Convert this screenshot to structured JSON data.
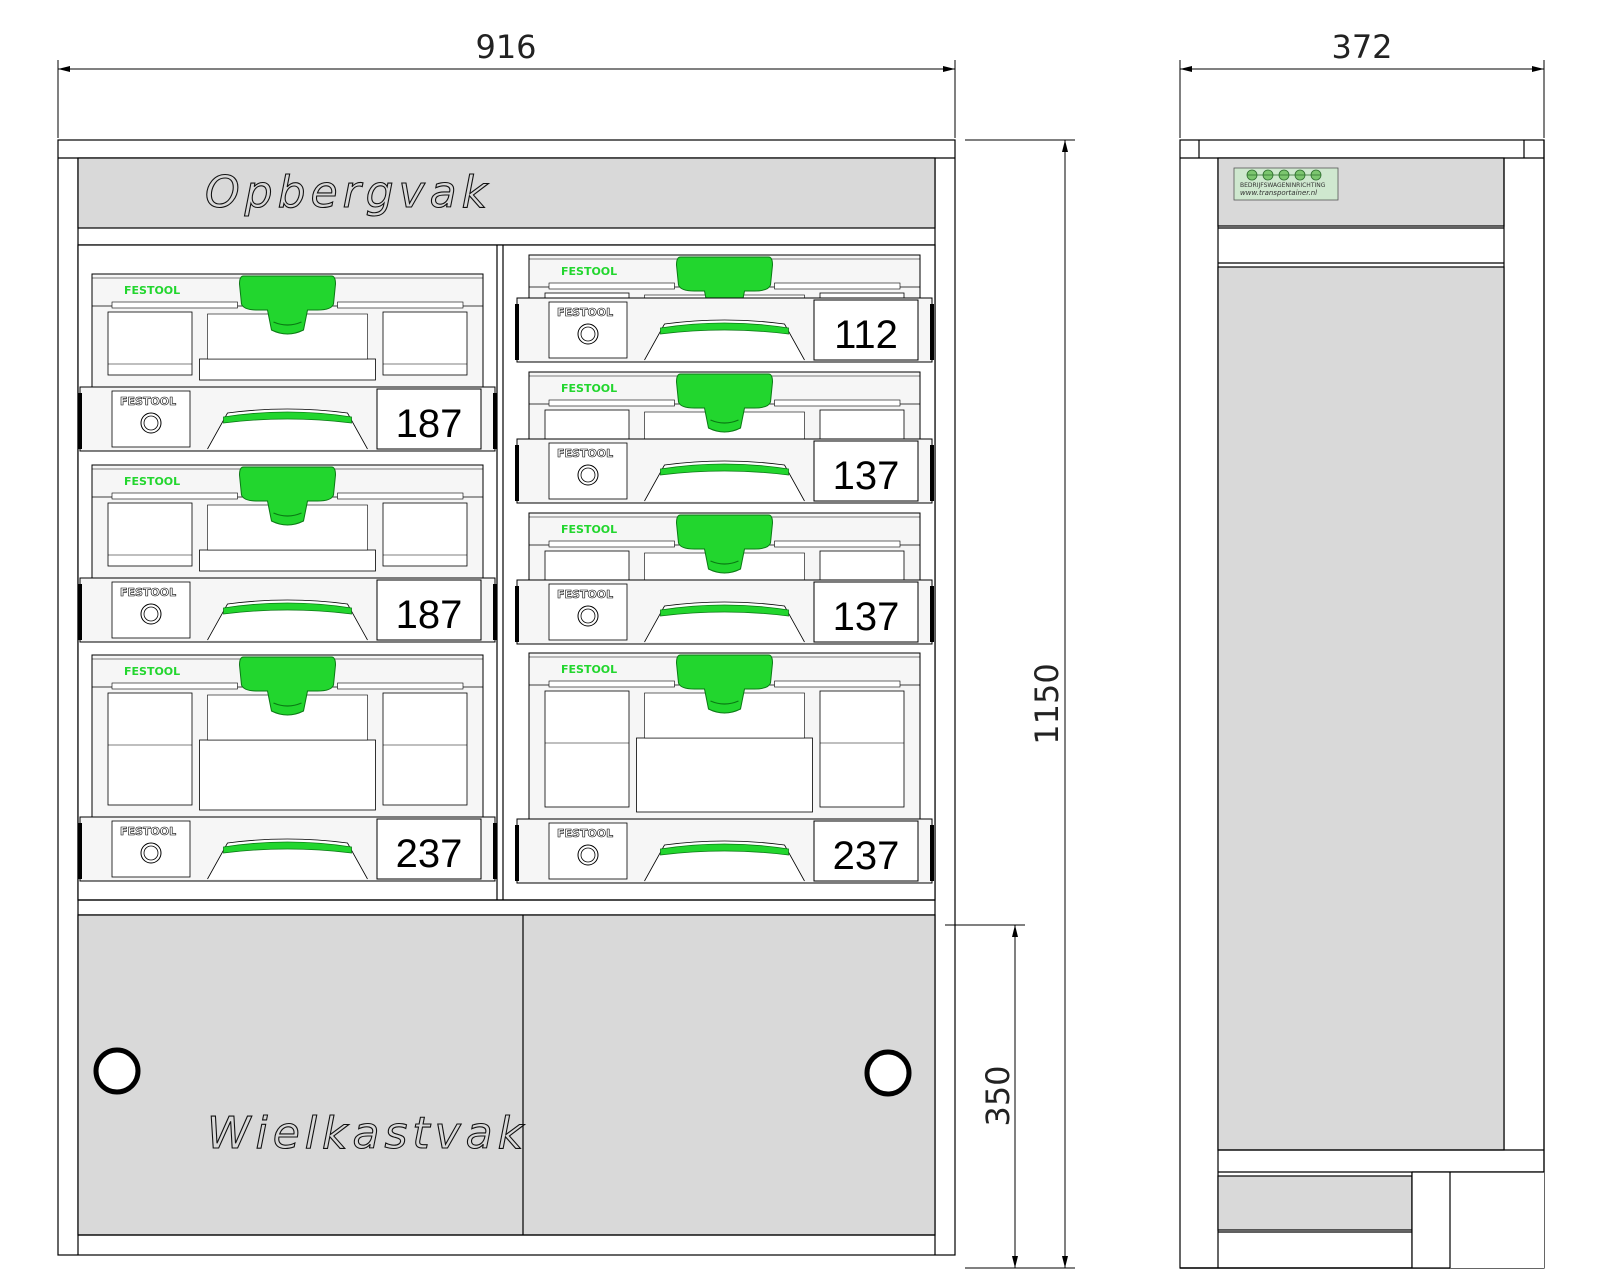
{
  "drawing": {
    "front_view": {
      "width_label": "916",
      "height_label": "1150",
      "wheel_height_label": "350",
      "top_compartment_label": "Opbergvak",
      "bottom_compartment_label": "Wielkastvak"
    },
    "side_view": {
      "width_label": "372",
      "logo_line1": "BEDRIJFSWAGENINRICHTING",
      "logo_line2": "www.transportainer.nl"
    },
    "systainers": {
      "brand": "FESTOOL",
      "left_column": [
        "187",
        "187",
        "237"
      ],
      "right_column": [
        "112",
        "137",
        "137",
        "237"
      ]
    },
    "colors": {
      "accent_green": "#22d62e",
      "panel_gray": "#d9d9d9",
      "line": "#000000",
      "case_body": "#f6f6f6"
    }
  }
}
